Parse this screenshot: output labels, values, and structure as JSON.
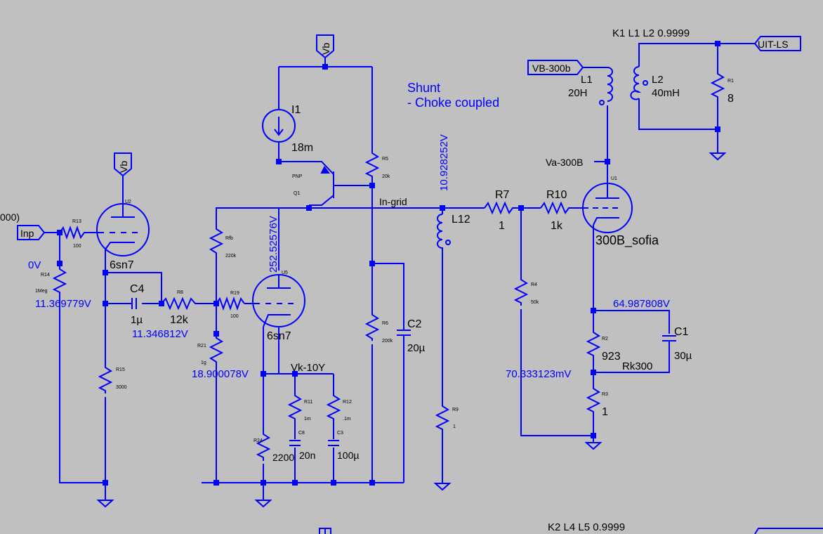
{
  "title": {
    "line1": "Shunt",
    "line2": "- Choke coupled"
  },
  "directives": {
    "k1": "K1 L1 L2 0.9999",
    "k2": "K2 L4 L5 0.9999"
  },
  "ports": {
    "inp": "Inp",
    "vb": "Vb",
    "vb300": "VB-300b",
    "uitls": "UIT-LS",
    "left_clip": "000)"
  },
  "nets": {
    "in_grid": "In-grid",
    "va300": "Va-300B",
    "vk": "Vk-10Y",
    "rk300": "Rk300"
  },
  "voltages": {
    "v0": "0V",
    "v1": "11.369779V",
    "v2": "11.346812V",
    "v3": "18.900078V",
    "v4": "252.52576V",
    "v5": "10.928252V",
    "v6": "64.987808V",
    "v7": "70.333123mV"
  },
  "components": {
    "u2": {
      "ref": "U2",
      "model": "6sn7"
    },
    "u5": {
      "ref": "U5",
      "model": "6sn7"
    },
    "u1": {
      "ref": "U1",
      "model": "300B_sofia"
    },
    "q1": {
      "ref": "Q1",
      "type": "PNP"
    },
    "i1": {
      "ref": "I1",
      "value": "18m"
    },
    "r13": {
      "ref": "R13",
      "value": "100"
    },
    "r14": {
      "ref": "R14",
      "value": "1Meg"
    },
    "r15": {
      "ref": "R15",
      "value": "3000"
    },
    "c4": {
      "ref": "C4",
      "value": "1µ"
    },
    "r8": {
      "ref": "R8",
      "value": "12k"
    },
    "rfb": {
      "ref": "Rfb",
      "value": "220k"
    },
    "r19": {
      "ref": "R19",
      "value": "100"
    },
    "r21": {
      "ref": "R21",
      "value": "1g"
    },
    "r24": {
      "ref": "R24",
      "value": "2200"
    },
    "r11": {
      "ref": "R11",
      "value": "1m"
    },
    "c8": {
      "ref": "C8",
      "value": "20n"
    },
    "r12": {
      "ref": "R12",
      "value": ".1m"
    },
    "c3": {
      "ref": "C3",
      "value": "100µ"
    },
    "r5": {
      "ref": "R5",
      "value": "20k"
    },
    "r6": {
      "ref": "R6",
      "value": "200k"
    },
    "c2": {
      "ref": "C2",
      "value": "20µ"
    },
    "l12": {
      "ref": "L12",
      "value": ""
    },
    "r9": {
      "ref": "R9",
      "value": "1"
    },
    "r7": {
      "ref": "R7",
      "value": "1"
    },
    "r10": {
      "ref": "R10",
      "value": "1k"
    },
    "r4": {
      "ref": "R4",
      "value": "50k"
    },
    "l1": {
      "ref": "L1",
      "value": "20H"
    },
    "l2": {
      "ref": "L2",
      "value": "40mH"
    },
    "r1": {
      "ref": "R1",
      "value": "8"
    },
    "r2": {
      "ref": "R2",
      "value": "923"
    },
    "c1": {
      "ref": "C1",
      "value": "30µ"
    },
    "r3": {
      "ref": "R3",
      "value": "1"
    }
  }
}
